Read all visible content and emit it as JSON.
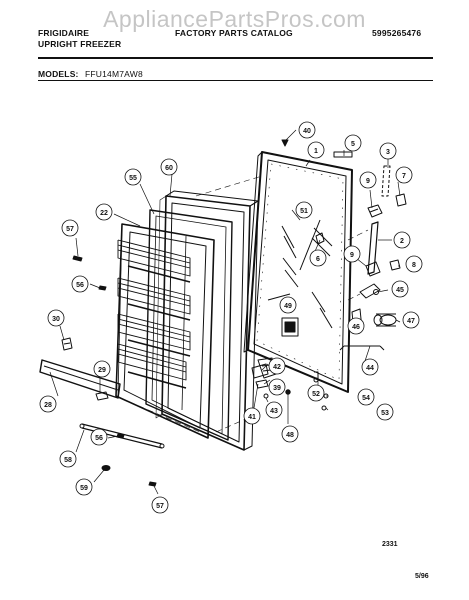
{
  "header": {
    "watermark": "AppliancePartsPros.com",
    "brand": "FRIGIDAIRE",
    "product": "UPRIGHT  FREEZER",
    "catalog": "FACTORY  PARTS  CATALOG",
    "part_number": "5995265476",
    "models_label": "MODELS:",
    "models_value": "FFU14M7AW8"
  },
  "footer": {
    "code": "2331",
    "date": "5/96"
  },
  "callouts": [
    {
      "id": "c40",
      "label": "40"
    },
    {
      "id": "c5",
      "label": "5"
    },
    {
      "id": "c1",
      "label": "1"
    },
    {
      "id": "c3",
      "label": "3"
    },
    {
      "id": "c60",
      "label": "60"
    },
    {
      "id": "c55",
      "label": "55"
    },
    {
      "id": "c7",
      "label": "7"
    },
    {
      "id": "c9",
      "label": "9"
    },
    {
      "id": "c51",
      "label": "51"
    },
    {
      "id": "c22",
      "label": "22"
    },
    {
      "id": "c57a",
      "label": "57"
    },
    {
      "id": "c2",
      "label": "2"
    },
    {
      "id": "c6",
      "label": "6"
    },
    {
      "id": "c9b",
      "label": "9"
    },
    {
      "id": "c8",
      "label": "8"
    },
    {
      "id": "c56a",
      "label": "56"
    },
    {
      "id": "c45",
      "label": "45"
    },
    {
      "id": "c49",
      "label": "49"
    },
    {
      "id": "c46",
      "label": "46"
    },
    {
      "id": "c30",
      "label": "30"
    },
    {
      "id": "c47",
      "label": "47"
    },
    {
      "id": "c44",
      "label": "44"
    },
    {
      "id": "c42",
      "label": "42"
    },
    {
      "id": "c29",
      "label": "29"
    },
    {
      "id": "c39",
      "label": "39"
    },
    {
      "id": "c28",
      "label": "28"
    },
    {
      "id": "c52",
      "label": "52"
    },
    {
      "id": "c54",
      "label": "54"
    },
    {
      "id": "c41",
      "label": "41"
    },
    {
      "id": "c43",
      "label": "43"
    },
    {
      "id": "c53",
      "label": "53"
    },
    {
      "id": "c56b",
      "label": "56"
    },
    {
      "id": "c48",
      "label": "48"
    },
    {
      "id": "c58",
      "label": "58"
    },
    {
      "id": "c59",
      "label": "59"
    },
    {
      "id": "c57b",
      "label": "57"
    }
  ]
}
